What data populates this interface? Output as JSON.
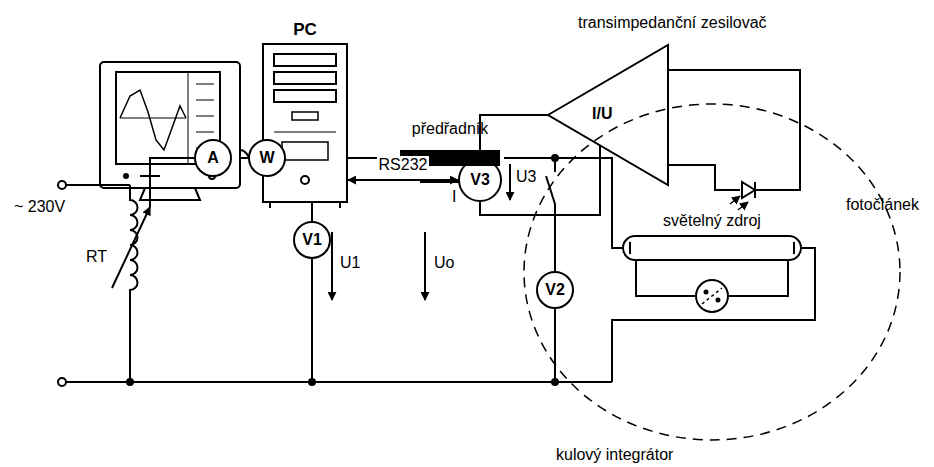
{
  "diagram": {
    "nodes": [
      {
        "text": [
          "PC"
        ]
      },
      {
        "text": [
          "V3"
        ]
      },
      {
        "text": [
          "I/U"
        ]
      },
      {
        "text": [
          "A"
        ]
      },
      {
        "text": [
          "W"
        ]
      },
      {
        "text": [
          "V1"
        ]
      },
      {
        "text": [
          "předřadník"
        ]
      },
      {
        "text": [
          "V2"
        ]
      },
      {
        "text": [
          "kulový integrátor"
        ]
      },
      {
        "text": [
          "světelný zdroj"
        ],
        "in": 8
      }
    ],
    "edges": [
      {
        "from": 0,
        "to": 1,
        "arrow": "both",
        "label": "RS232"
      },
      {
        "from": 1,
        "to": 2,
        "arrow": "none"
      },
      {
        "from": 3,
        "to": 4,
        "arrow": "none"
      },
      {
        "from": 4,
        "to": 6,
        "arrow": "none"
      },
      {
        "from": 6,
        "to": 9,
        "arrow": "none"
      }
    ],
    "labels": [
      "~ 230V",
      "RT",
      "U1",
      "Uo",
      "I",
      "U3",
      "fotočlánek",
      "transimpedanční zesilovač"
    ]
  }
}
